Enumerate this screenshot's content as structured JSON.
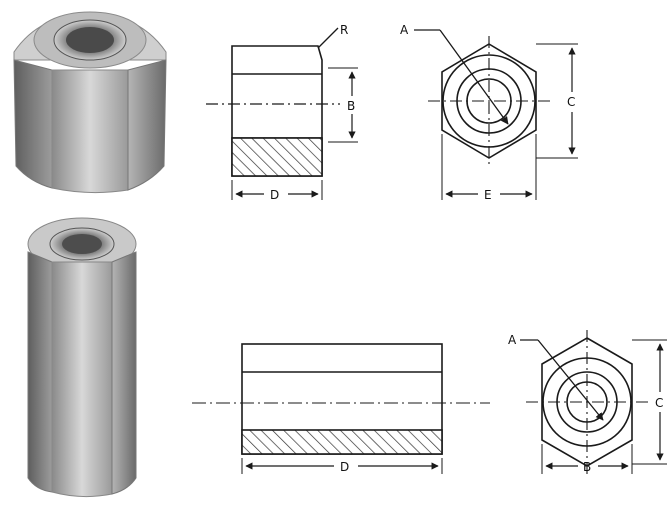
{
  "labels": {
    "top_side_R": "R",
    "top_side_B": "B",
    "top_side_D": "D",
    "top_end_A": "A",
    "top_end_C": "C",
    "top_end_E": "E",
    "bottom_side_D": "D",
    "bottom_end_A": "A",
    "bottom_end_C": "C",
    "bottom_end_B": "B"
  },
  "colors": {
    "line": "#1a1a1a",
    "hatch": "#333333",
    "metal_light": "#e6e6e6",
    "metal_mid": "#a9a9a9",
    "metal_dark": "#6d6d6d",
    "background": "#ffffff"
  },
  "illustrations": [
    "short-hex-coupling-nut-photo",
    "long-hex-coupling-nut-photo"
  ]
}
